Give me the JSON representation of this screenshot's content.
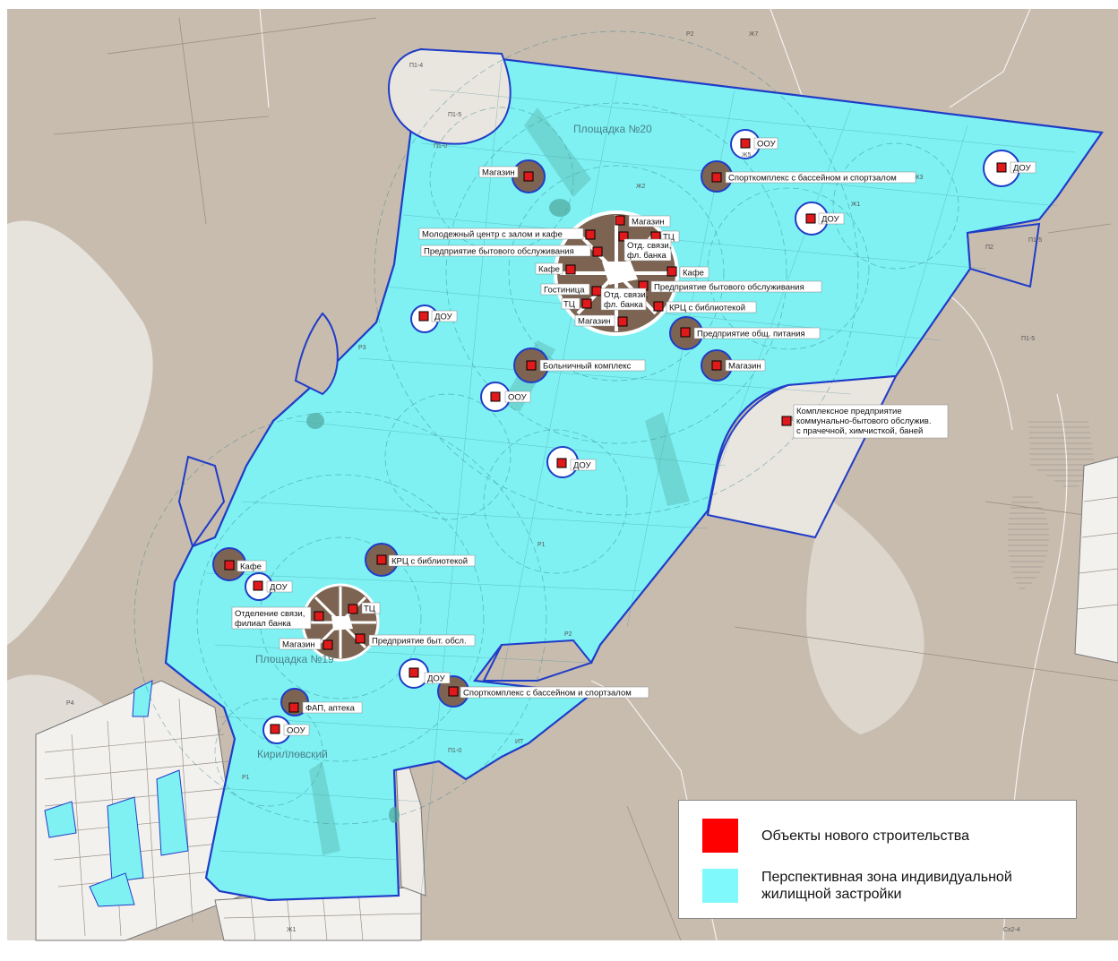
{
  "colors": {
    "background": "#c8bcaf",
    "zone": "#7ff1f3",
    "zone_border": "#1f3cc8",
    "object": "#e0191b",
    "center": "#7d6452",
    "green": "#4fa79b"
  },
  "map": {
    "site_labels": [
      "Площадка №20",
      "Площадка №19",
      "Кирилловский"
    ],
    "zone_codes": [
      "Р2",
      "Ж7",
      "П1-4",
      "П1-5",
      "П1-0",
      "Ж5",
      "Ж3",
      "Ж2",
      "Ж1",
      "П2",
      "Р3",
      "Р1",
      "ИТ",
      "Р4",
      "Сх2-4"
    ],
    "objects": [
      {
        "label": "Магазин"
      },
      {
        "label": "ООУ"
      },
      {
        "label": "Спорткомплекс с бассейном и спортзалом"
      },
      {
        "label": "ДОУ"
      },
      {
        "label": "ДОУ"
      },
      {
        "label": "Магазин"
      },
      {
        "label": "Молодежный центр с залом и кафе"
      },
      {
        "label": "ТЦ"
      },
      {
        "label": "Отд. связи,\nфл. банка"
      },
      {
        "label": "Предприятие бытового обслуживания"
      },
      {
        "label": "Кафе"
      },
      {
        "label": "Кафе"
      },
      {
        "label": "Предприятие бытового обслуживания"
      },
      {
        "label": "Гостиница"
      },
      {
        "label": "Отд. связи,\nфл. банка"
      },
      {
        "label": "ТЦ"
      },
      {
        "label": "КРЦ с библиотекой"
      },
      {
        "label": "Магазин"
      },
      {
        "label": "ДОУ"
      },
      {
        "label": "Предприятие общ. питания"
      },
      {
        "label": "Больничный комплекс"
      },
      {
        "label": "Магазин"
      },
      {
        "label": "ООУ"
      },
      {
        "label": "Комплексное предприятие\nкоммунально-бытового обслужив.\nс прачечной, химчисткой, баней"
      },
      {
        "label": "ДОУ"
      },
      {
        "label": "КРЦ с библиотекой"
      },
      {
        "label": "Кафе"
      },
      {
        "label": "ДОУ"
      },
      {
        "label": "ТЦ"
      },
      {
        "label": "Отделение связи,\nфилиал банка"
      },
      {
        "label": "Магазин"
      },
      {
        "label": "Предприятие быт. обсл."
      },
      {
        "label": "ДОУ"
      },
      {
        "label": "Спорткомплекс с бассейном и спортзалом"
      },
      {
        "label": "ФАП, аптека"
      },
      {
        "label": "ООУ"
      }
    ]
  },
  "legend": {
    "new_construction": "Объекты нового строительства",
    "zone_line1": "Перспективная зона индивидуальной",
    "zone_line2": "жилищной застройки"
  }
}
